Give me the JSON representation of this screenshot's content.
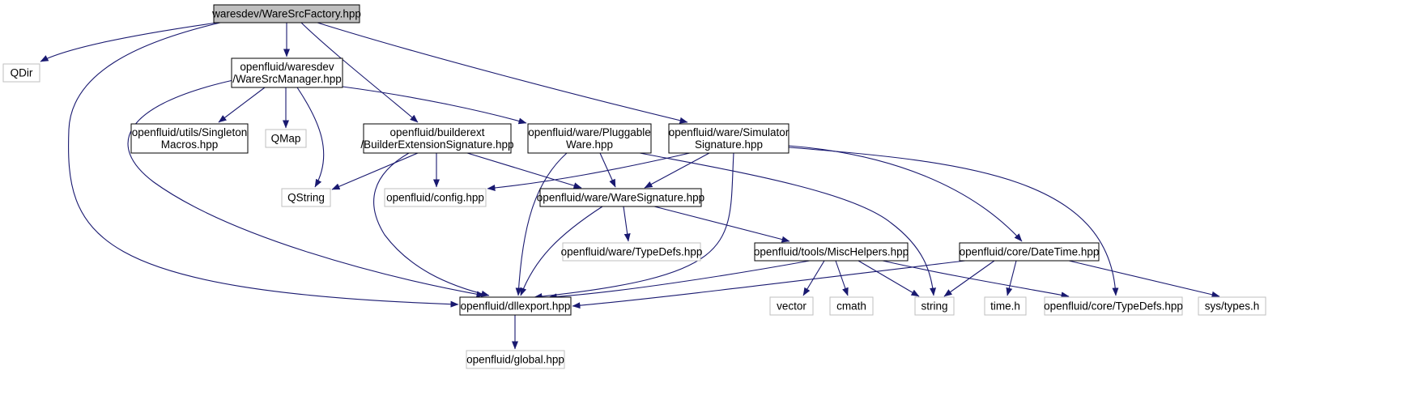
{
  "colors": {
    "edge": "#191970",
    "root_fill": "#bfbfbf",
    "documented_border": "#000000",
    "external_border": "#bfbfbf",
    "fill": "#ffffff"
  },
  "nodes": [
    {
      "id": "waresrcfactory",
      "lines": [
        "waresdev/WareSrcFactory.hpp"
      ],
      "kind": "root"
    },
    {
      "id": "qdir",
      "lines": [
        "QDir"
      ],
      "kind": "external"
    },
    {
      "id": "waresrcmanager",
      "lines": [
        "openfluid/waresdev",
        "/WareSrcManager.hpp"
      ],
      "kind": "documented"
    },
    {
      "id": "singletonmacros",
      "lines": [
        "openfluid/utils/Singleton",
        "Macros.hpp"
      ],
      "kind": "documented"
    },
    {
      "id": "qmap",
      "lines": [
        "QMap"
      ],
      "kind": "external"
    },
    {
      "id": "qstring",
      "lines": [
        "QString"
      ],
      "kind": "external"
    },
    {
      "id": "builderextsig",
      "lines": [
        "openfluid/builderext",
        "/BuilderExtensionSignature.hpp"
      ],
      "kind": "documented"
    },
    {
      "id": "pluggableware",
      "lines": [
        "openfluid/ware/Pluggable",
        "Ware.hpp"
      ],
      "kind": "documented"
    },
    {
      "id": "simulatorsig",
      "lines": [
        "openfluid/ware/Simulator",
        "Signature.hpp"
      ],
      "kind": "documented"
    },
    {
      "id": "config",
      "lines": [
        "openfluid/config.hpp"
      ],
      "kind": "external"
    },
    {
      "id": "waresignature",
      "lines": [
        "openfluid/ware/WareSignature.hpp"
      ],
      "kind": "documented"
    },
    {
      "id": "waretypedefs",
      "lines": [
        "openfluid/ware/TypeDefs.hpp"
      ],
      "kind": "external"
    },
    {
      "id": "mischelpers",
      "lines": [
        "openfluid/tools/MiscHelpers.hpp"
      ],
      "kind": "documented"
    },
    {
      "id": "datetime",
      "lines": [
        "openfluid/core/DateTime.hpp"
      ],
      "kind": "documented"
    },
    {
      "id": "dllexport",
      "lines": [
        "openfluid/dllexport.hpp"
      ],
      "kind": "documented"
    },
    {
      "id": "global",
      "lines": [
        "openfluid/global.hpp"
      ],
      "kind": "external"
    },
    {
      "id": "vector",
      "lines": [
        "vector"
      ],
      "kind": "external"
    },
    {
      "id": "cmath",
      "lines": [
        "cmath"
      ],
      "kind": "external"
    },
    {
      "id": "string",
      "lines": [
        "string"
      ],
      "kind": "external"
    },
    {
      "id": "timeh",
      "lines": [
        "time.h"
      ],
      "kind": "external"
    },
    {
      "id": "coretypedefs",
      "lines": [
        "openfluid/core/TypeDefs.hpp"
      ],
      "kind": "external"
    },
    {
      "id": "systypes",
      "lines": [
        "sys/types.h"
      ],
      "kind": "external"
    }
  ],
  "edges": [
    {
      "from": "waresrcfactory",
      "to": "qdir"
    },
    {
      "from": "waresrcfactory",
      "to": "waresrcmanager"
    },
    {
      "from": "waresrcfactory",
      "to": "builderextsig"
    },
    {
      "from": "waresrcfactory",
      "to": "simulatorsig"
    },
    {
      "from": "waresrcfactory",
      "to": "dllexport"
    },
    {
      "from": "waresrcmanager",
      "to": "singletonmacros"
    },
    {
      "from": "waresrcmanager",
      "to": "qmap"
    },
    {
      "from": "waresrcmanager",
      "to": "qstring"
    },
    {
      "from": "waresrcmanager",
      "to": "pluggableware"
    },
    {
      "from": "waresrcmanager",
      "to": "dllexport"
    },
    {
      "from": "builderextsig",
      "to": "qstring"
    },
    {
      "from": "builderextsig",
      "to": "config"
    },
    {
      "from": "builderextsig",
      "to": "waresignature"
    },
    {
      "from": "builderextsig",
      "to": "dllexport"
    },
    {
      "from": "pluggableware",
      "to": "waresignature"
    },
    {
      "from": "pluggableware",
      "to": "dllexport"
    },
    {
      "from": "pluggableware",
      "to": "string"
    },
    {
      "from": "simulatorsig",
      "to": "config"
    },
    {
      "from": "simulatorsig",
      "to": "waresignature"
    },
    {
      "from": "simulatorsig",
      "to": "dllexport"
    },
    {
      "from": "simulatorsig",
      "to": "datetime"
    },
    {
      "from": "simulatorsig",
      "to": "coretypedefs"
    },
    {
      "from": "waresignature",
      "to": "waretypedefs"
    },
    {
      "from": "waresignature",
      "to": "mischelpers"
    },
    {
      "from": "waresignature",
      "to": "dllexport"
    },
    {
      "from": "mischelpers",
      "to": "dllexport"
    },
    {
      "from": "mischelpers",
      "to": "vector"
    },
    {
      "from": "mischelpers",
      "to": "cmath"
    },
    {
      "from": "mischelpers",
      "to": "string"
    },
    {
      "from": "mischelpers",
      "to": "coretypedefs"
    },
    {
      "from": "datetime",
      "to": "dllexport"
    },
    {
      "from": "datetime",
      "to": "string"
    },
    {
      "from": "datetime",
      "to": "timeh"
    },
    {
      "from": "datetime",
      "to": "systypes"
    },
    {
      "from": "dllexport",
      "to": "global"
    }
  ]
}
